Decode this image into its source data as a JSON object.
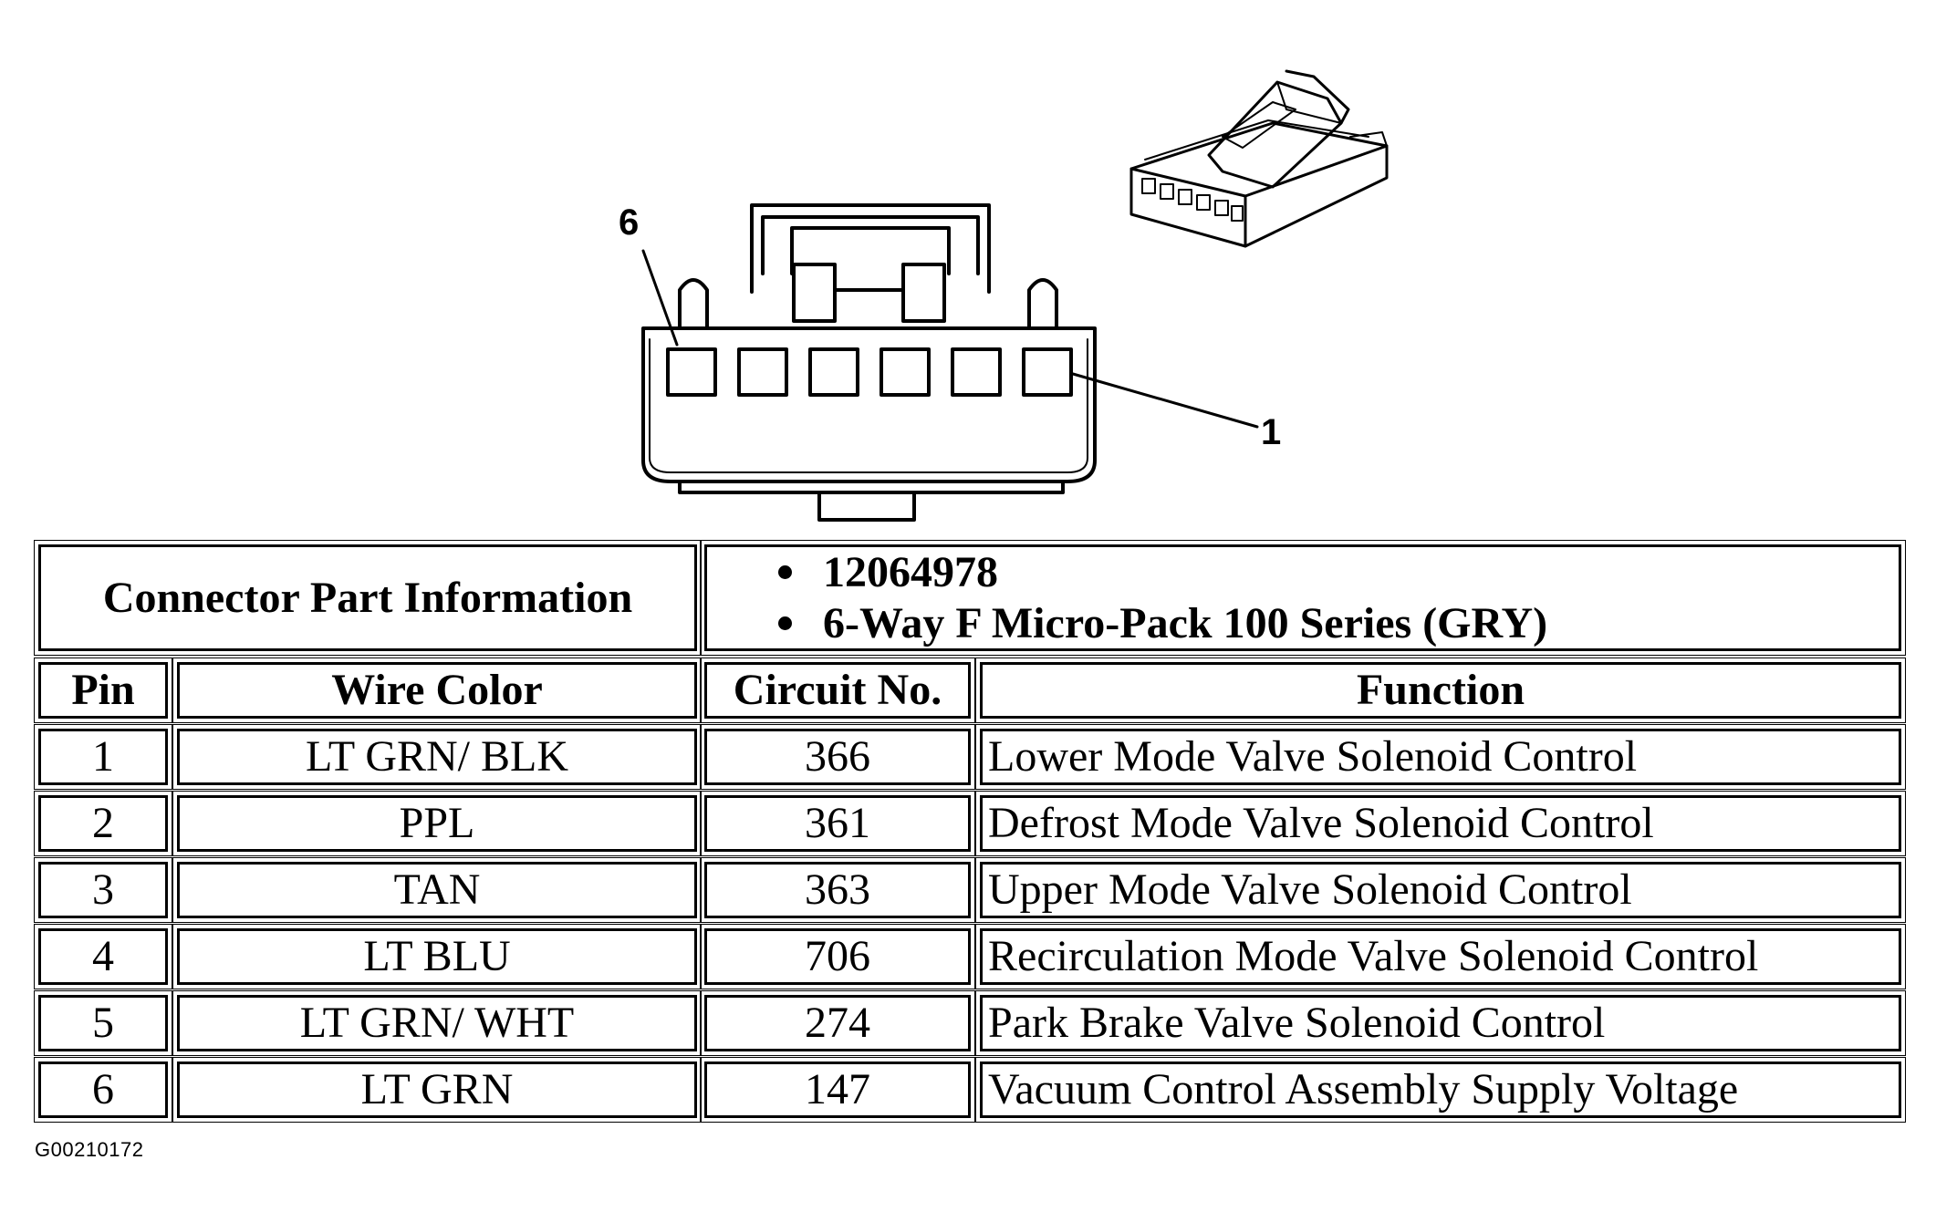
{
  "diagram": {
    "callout_left": "6",
    "callout_right": "1",
    "graphic_id": "G00210172"
  },
  "connector_info": {
    "label": "Connector Part Information",
    "items": [
      "12064978",
      "6-Way F Micro-Pack 100 Series (GRY)"
    ]
  },
  "table": {
    "headers": [
      "Pin",
      "Wire Color",
      "Circuit No.",
      "Function"
    ],
    "rows": [
      {
        "pin": "1",
        "wire_color": "LT GRN/ BLK",
        "circuit": "366",
        "function": "Lower Mode Valve Solenoid Control"
      },
      {
        "pin": "2",
        "wire_color": "PPL",
        "circuit": "361",
        "function": "Defrost Mode Valve Solenoid Control"
      },
      {
        "pin": "3",
        "wire_color": "TAN",
        "circuit": "363",
        "function": "Upper Mode Valve Solenoid Control"
      },
      {
        "pin": "4",
        "wire_color": "LT BLU",
        "circuit": "706",
        "function": "Recirculation Mode Valve Solenoid Control"
      },
      {
        "pin": "5",
        "wire_color": "LT GRN/ WHT",
        "circuit": "274",
        "function": "Park Brake Valve Solenoid Control"
      },
      {
        "pin": "6",
        "wire_color": "LT GRN",
        "circuit": "147",
        "function": "Vacuum Control Assembly Supply Voltage"
      }
    ]
  }
}
